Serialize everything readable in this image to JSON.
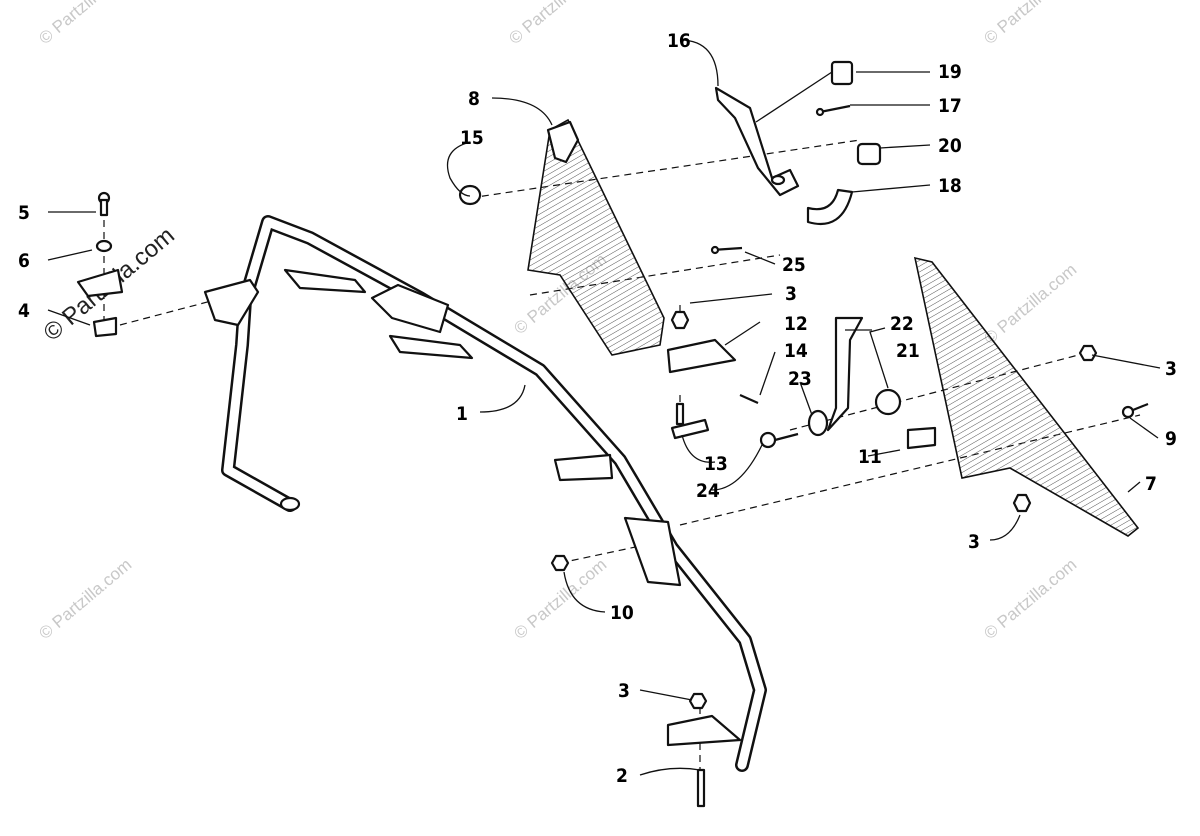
{
  "watermark": {
    "text": "© Partzilla.com",
    "foreground_text": "© Partzilla.com"
  },
  "callouts": [
    "1",
    "2",
    "3",
    "4",
    "5",
    "6",
    "7",
    "8",
    "9",
    "10",
    "11",
    "12",
    "13",
    "14",
    "15",
    "16",
    "17",
    "18",
    "19",
    "20",
    "21",
    "22",
    "23",
    "24",
    "25"
  ]
}
